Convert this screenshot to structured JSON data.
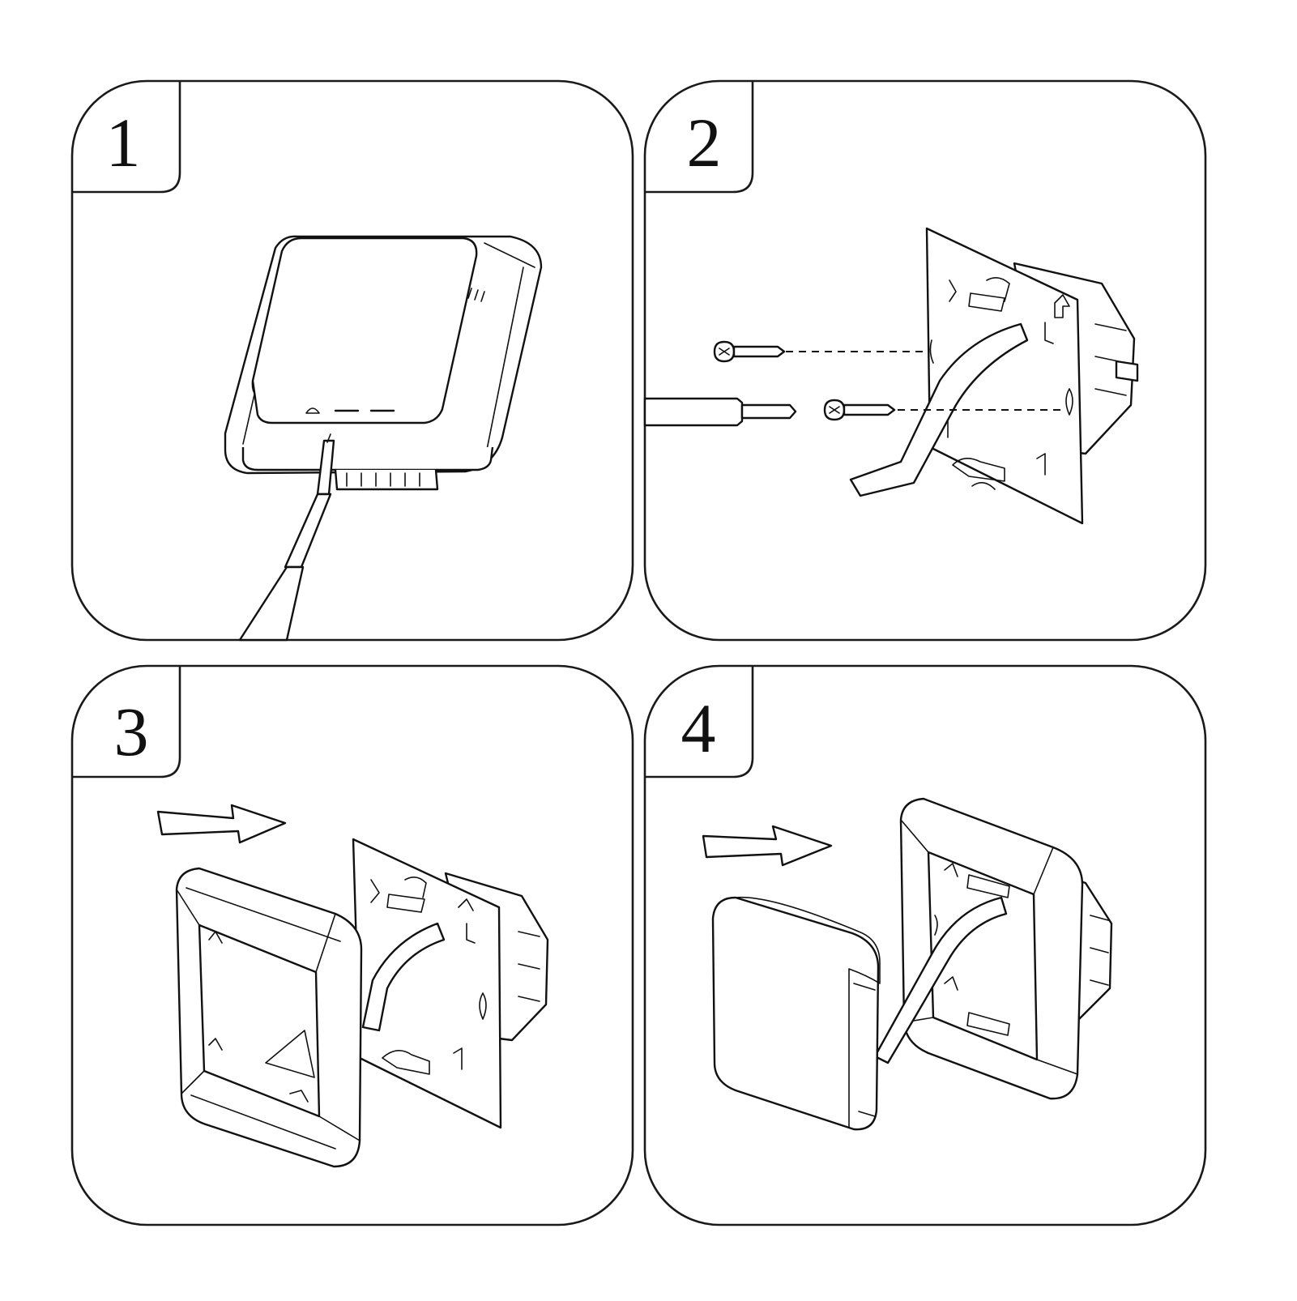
{
  "steps": [
    {
      "number": "1"
    },
    {
      "number": "2"
    },
    {
      "number": "3"
    },
    {
      "number": "4"
    }
  ],
  "colors": {
    "line": "#111111",
    "background": "#ffffff"
  }
}
